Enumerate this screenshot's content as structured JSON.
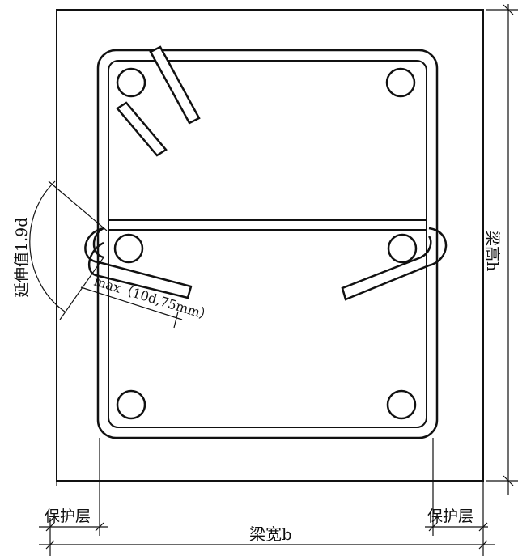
{
  "labels": {
    "extension_value": "延伸值1.9d",
    "hook_length": "max（10d,75mm）",
    "beam_height": "梁高h",
    "cover_left": "保护层",
    "cover_right": "保护层",
    "beam_width": "梁宽b"
  },
  "colors": {
    "line": "#111111",
    "background": "#ffffff"
  }
}
